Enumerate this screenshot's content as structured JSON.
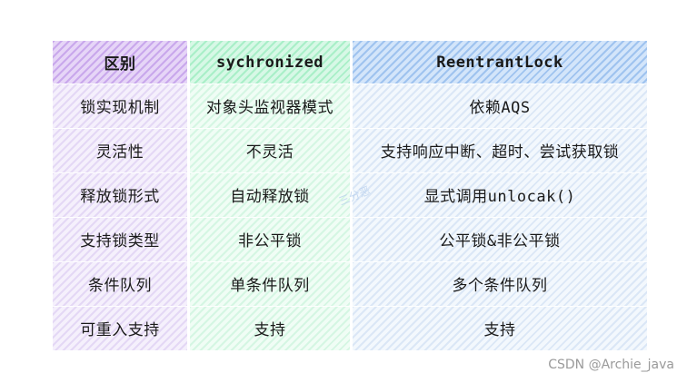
{
  "table": {
    "headers": [
      "区别",
      "sychronized",
      "ReentrantLock"
    ],
    "rows": [
      [
        "锁实现机制",
        "对象头监视器模式",
        "依赖AQS"
      ],
      [
        "灵活性",
        "不灵活",
        "支持响应中断、超时、尝试获取锁"
      ],
      [
        "释放锁形式",
        "自动释放锁",
        "显式调用unlocak()"
      ],
      [
        "支持锁类型",
        "非公平锁",
        "公平锁&非公平锁"
      ],
      [
        "条件队列",
        "单条件队列",
        "多个条件队列"
      ],
      [
        "可重入支持",
        "支持",
        "支持"
      ]
    ]
  },
  "watermark": "三分恶",
  "credit": "CSDN @Archie_java"
}
